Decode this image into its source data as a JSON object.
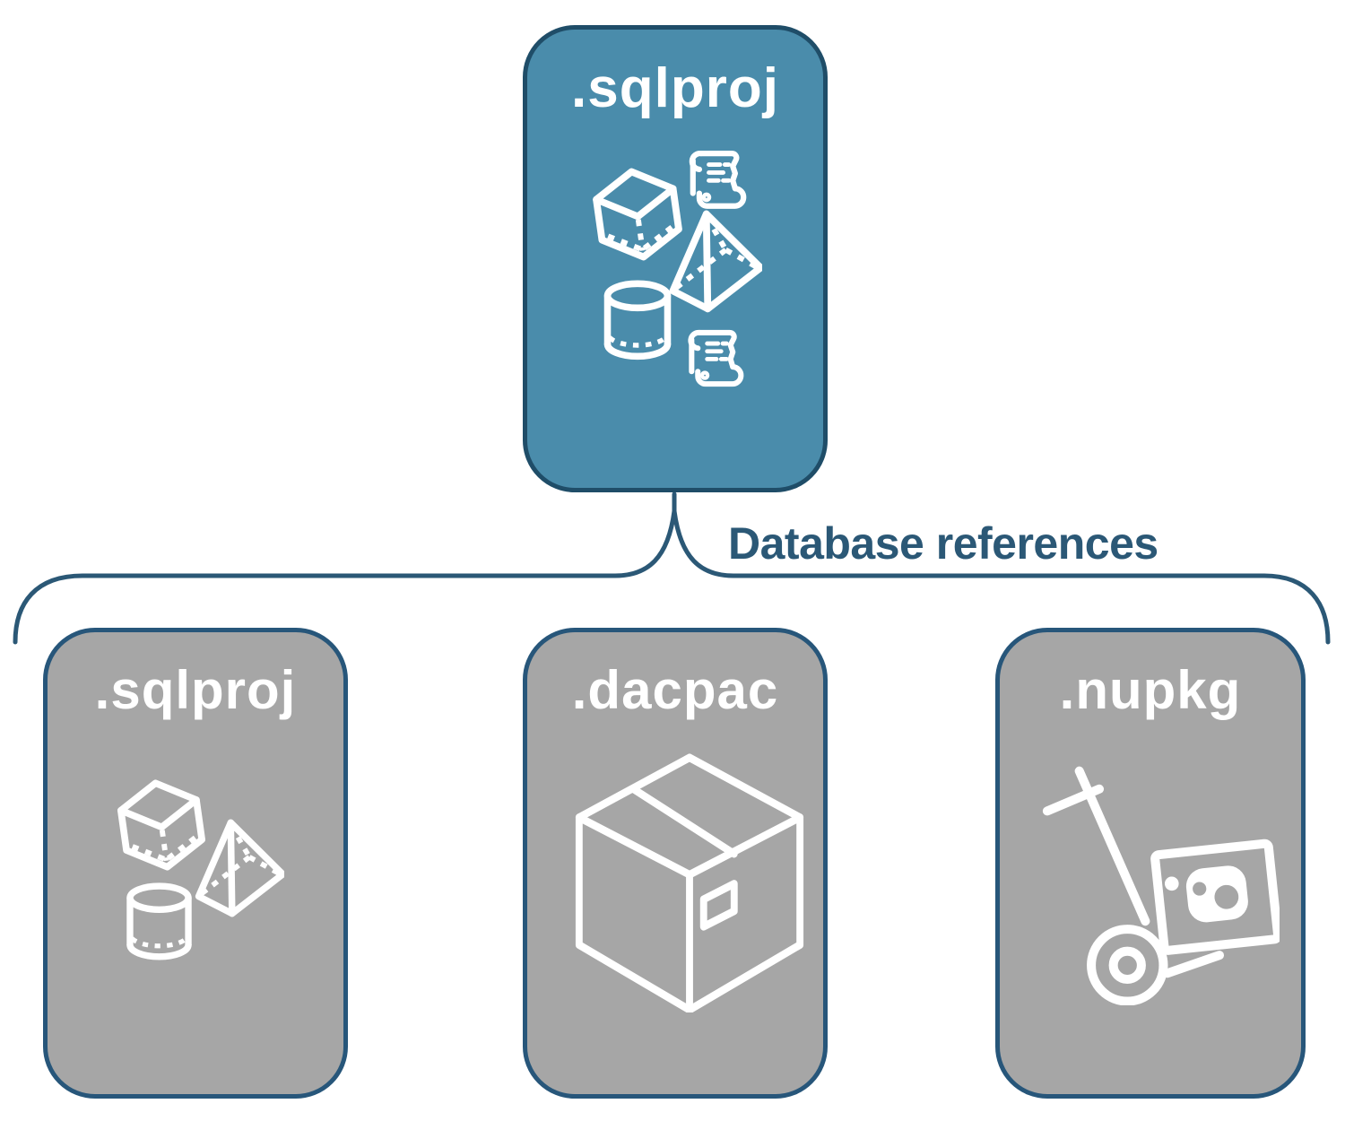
{
  "diagram": {
    "edge_label": "Database references",
    "root": {
      "label": ".sqlproj",
      "icons": [
        "scroll-icon",
        "cube-icon",
        "pyramid-icon",
        "cylinder-icon",
        "scroll-icon"
      ]
    },
    "children": [
      {
        "label": ".sqlproj",
        "icons": [
          "cube-icon",
          "pyramid-icon",
          "cylinder-icon"
        ]
      },
      {
        "label": ".dacpac",
        "icons": [
          "package-box-icon"
        ]
      },
      {
        "label": ".nupkg",
        "icons": [
          "nuget-hand-truck-icon"
        ]
      }
    ],
    "colors": {
      "root_fill": "#4A8CAB",
      "root_border": "#1F4D68",
      "child_fill": "#A6A6A6",
      "child_border": "#27567A",
      "connector": "#2B5876",
      "edge_label_text": "#2B5876",
      "title_text": "#FFFFFF"
    }
  }
}
